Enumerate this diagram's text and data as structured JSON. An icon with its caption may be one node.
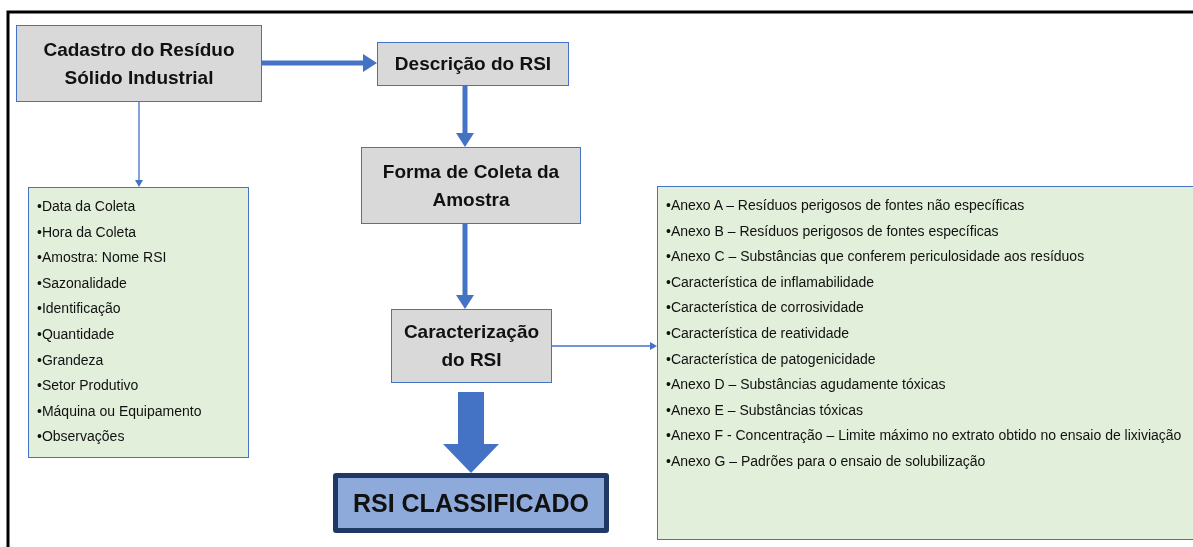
{
  "diagram": {
    "nodes": [
      {
        "text": [
          "Cadastro do Resíduo Sólido Industrial"
        ]
      },
      {
        "text": [
          "Descrição do RSI"
        ]
      },
      {
        "text": [
          "Forma de Coleta da Amostra"
        ]
      },
      {
        "text": [
          "•Data da Coleta",
          "•Hora da Coleta",
          "•Amostra: Nome RSI",
          "•Sazonalidade",
          "•Identificação",
          "•Quantidade",
          "•Grandeza",
          "•Setor Produtivo",
          "•Máquina ou Equipamento",
          "•Observações"
        ]
      },
      {
        "text": [
          "Caracterização do RSI"
        ]
      },
      {
        "text": [
          "•Anexo A – Resíduos perigosos de fontes não específicas",
          "•Anexo B – Resíduos perigosos de fontes específicas",
          "•Anexo C – Substâncias que conferem periculosidade aos resíduos",
          "•Característica de inflamabilidade",
          "•Característica de corrosividade",
          "•Característica de reatividade",
          "•Característica de patogenicidade",
          "•Anexo D – Substâncias agudamente tóxicas",
          "•Anexo E – Substâncias tóxicas",
          "•Anexo F - Concentração – Limite máximo no extrato obtido no ensaio de lixiviação",
          "•Anexo G – Padrões para o ensaio de solubilização"
        ]
      },
      {
        "text": [
          "RSI CLASSIFICADO"
        ]
      }
    ],
    "edges": [
      {
        "from": 0,
        "to": 1,
        "arrow": "to"
      },
      {
        "from": 0,
        "to": 3,
        "arrow": "to"
      },
      {
        "from": 1,
        "to": 2,
        "arrow": "to"
      },
      {
        "from": 2,
        "to": 4,
        "arrow": "to"
      },
      {
        "from": 4,
        "to": 5,
        "arrow": "to"
      },
      {
        "from": 4,
        "to": 6,
        "arrow": "to",
        "style": "thick"
      }
    ]
  }
}
